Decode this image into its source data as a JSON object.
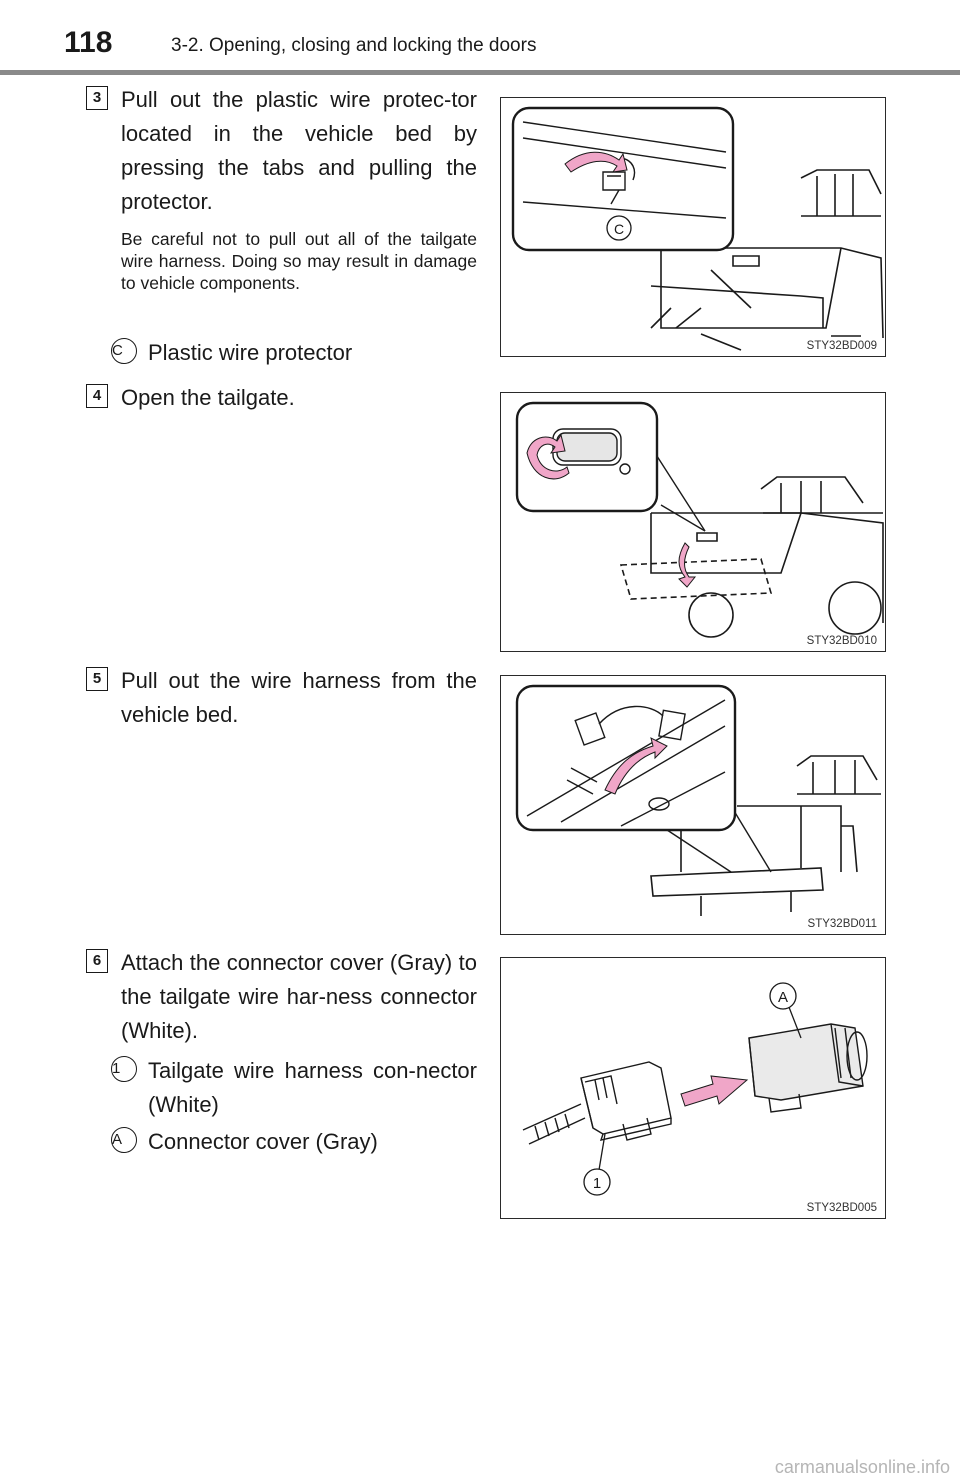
{
  "header": {
    "page_number": "118",
    "section_title": "3-2. Opening, closing and locking the doors"
  },
  "steps": [
    {
      "number": "3",
      "text": "Pull out the plastic wire protec-tor located in the vehicle bed by pressing the tabs and pulling the protector.",
      "note": "Be careful not to pull out all of the tailgate wire harness. Doing so may result in damage to vehicle components.",
      "callouts": [
        {
          "marker": "C",
          "text": "Plastic wire protector"
        }
      ],
      "figure": {
        "code": "STY32BD009",
        "labels": [
          "C"
        ]
      }
    },
    {
      "number": "4",
      "text": "Open the tailgate.",
      "figure": {
        "code": "STY32BD010"
      }
    },
    {
      "number": "5",
      "text": "Pull out the wire harness from the vehicle bed.",
      "figure": {
        "code": "STY32BD011"
      }
    },
    {
      "number": "6",
      "text": "Attach the connector cover (Gray) to the tailgate wire har-ness connector (White).",
      "callouts": [
        {
          "marker": "1",
          "text": "Tailgate wire harness con-nector (White)"
        },
        {
          "marker": "A",
          "text": "Connector cover (Gray)"
        }
      ],
      "figure": {
        "code": "STY32BD005",
        "labels": [
          "A",
          "1"
        ]
      }
    }
  ],
  "watermark": "carmanualsonline.info",
  "colors": {
    "arrow": "#f0a6c8",
    "rule": "#8a8a8a",
    "line": "#1a1a1a"
  }
}
